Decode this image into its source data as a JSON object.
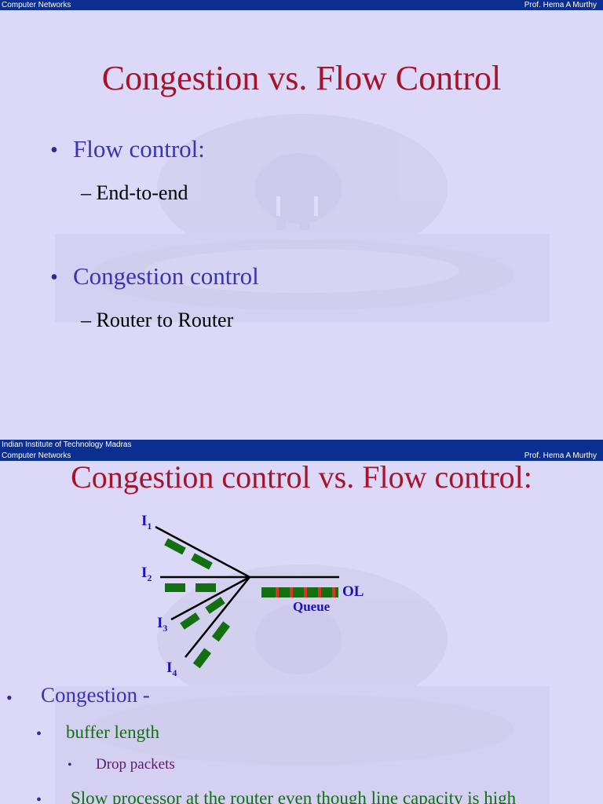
{
  "header": {
    "left": "Computer Networks",
    "right": "Prof. Hema A Murthy"
  },
  "footer": {
    "left": "Indian Institute of Technology Madras"
  },
  "slide1": {
    "title": "Congestion vs. Flow Control",
    "bullets": [
      {
        "text": "Flow control:",
        "sub": "– End-to-end"
      },
      {
        "text": "Congestion control",
        "sub": "– Router to Router"
      }
    ]
  },
  "slide2": {
    "title": "Congestion control vs. Flow control:",
    "diagram": {
      "inputs": [
        {
          "label": "I",
          "sub": "1"
        },
        {
          "label": "I",
          "sub": "2"
        },
        {
          "label": "I",
          "sub": "3"
        },
        {
          "label": "I",
          "sub": "4"
        }
      ],
      "output_label": "OL",
      "queue_label": "Queue"
    },
    "bullet_marker": "•",
    "bullets": [
      "Congestion -",
      "buffer length",
      "Drop packets",
      "Slow processor at the router even though line capacity is high"
    ]
  },
  "colors": {
    "background": "#dcd8f8",
    "bar": "#0b2f91",
    "title": "#a8122a",
    "bullet": "#3a33b4",
    "packet": "#127011",
    "queue_divider": "#e0302a",
    "diagram_label": "#1a14b8"
  }
}
